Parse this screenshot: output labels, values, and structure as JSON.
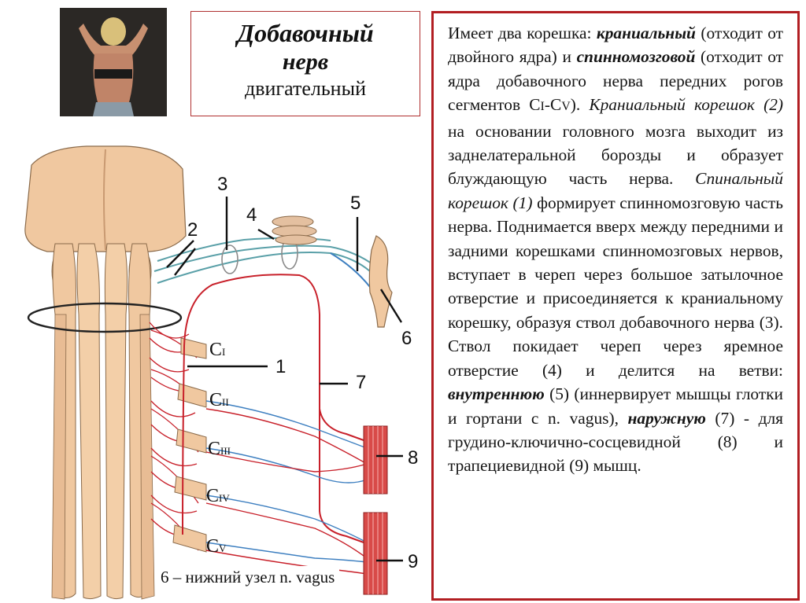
{
  "title": {
    "line1": "Добавочный",
    "line2": "нерв",
    "line3": "двигательный"
  },
  "description": {
    "s1": "Имеет два корешка: ",
    "s2": "краниальный",
    "s3": " (отходит от двойного ядра) и ",
    "s4": "спинномозговой",
    "s5": " (отходит от ядра добавочного нерва передних рогов сегментов C",
    "s5sub1": "I",
    "s5b": "-C",
    "s5sub2": "V",
    "s5c": "). ",
    "s6": "Краниальный корешок (2)",
    "s7": " на основании головного мозга выходит из заднелатеральной борозды и образует блуждающую часть нерва. ",
    "s8": "Спинальный корешок (1)",
    "s9": " формирует спинномозговую часть нерва. Поднимается вверх между передними и задними корешками спинномозговых нервов, вступает в череп через большое затылочное отверстие и присоединяется к краниальному корешку, образуя ствол добавочного нерва  (3). Ствол покидает череп через яремное отверстие (4) и делится на ветви: ",
    "s10": "внутреннюю",
    "s11": " (5) (иннервирует мышцы глотки и гортани с n. vagus), ",
    "s12": "наружную",
    "s13": " (7)  - для грудино-ключично-сосцевидной (8) и трапециевидной (9) мышц."
  },
  "diagram": {
    "labels": {
      "n1": "1",
      "n2": "2",
      "n3": "3",
      "n4": "4",
      "n5": "5",
      "n6": "6",
      "n7": "7",
      "n8": "8",
      "n9": "9"
    },
    "segments": {
      "c1": "C",
      "c1sub": "I",
      "c2": "C",
      "c2sub": "II",
      "c3": "C",
      "c3sub": "III",
      "c4": "C",
      "c4sub": "IV",
      "c5": "C",
      "c5sub": "V"
    },
    "caption": "6 – нижний узел n. vagus",
    "colors": {
      "brainstem": "#f0c8a0",
      "brainstem_shadow": "#c99a72",
      "nerve_red": "#c8202a",
      "nerve_blue": "#3d7fc0",
      "nerve_teal": "#5aa0a8",
      "muscle": "#d84a48"
    }
  }
}
